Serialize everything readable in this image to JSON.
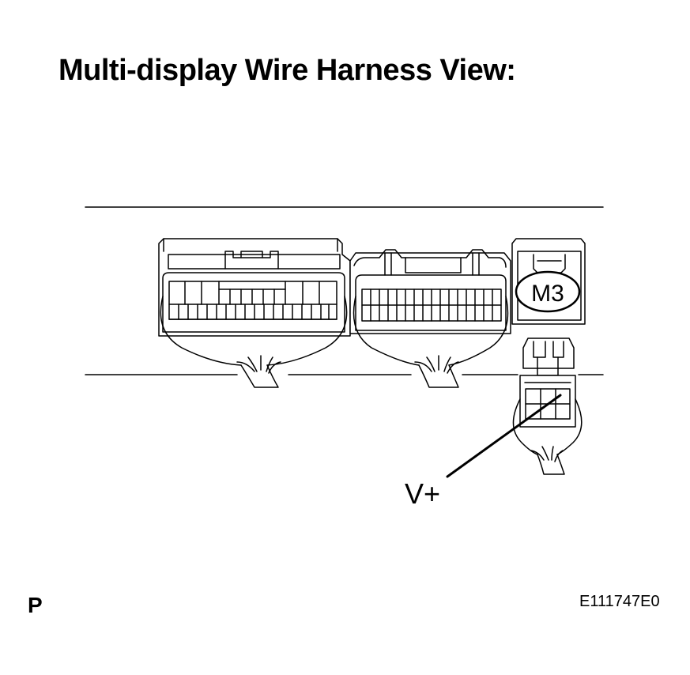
{
  "header": {
    "title": "Multi-display Wire Harness View:"
  },
  "connector": {
    "id_label": "M3"
  },
  "terminal": {
    "label": "V+"
  },
  "footer": {
    "corner_letter": "P",
    "figure_code": "E111747E0"
  }
}
